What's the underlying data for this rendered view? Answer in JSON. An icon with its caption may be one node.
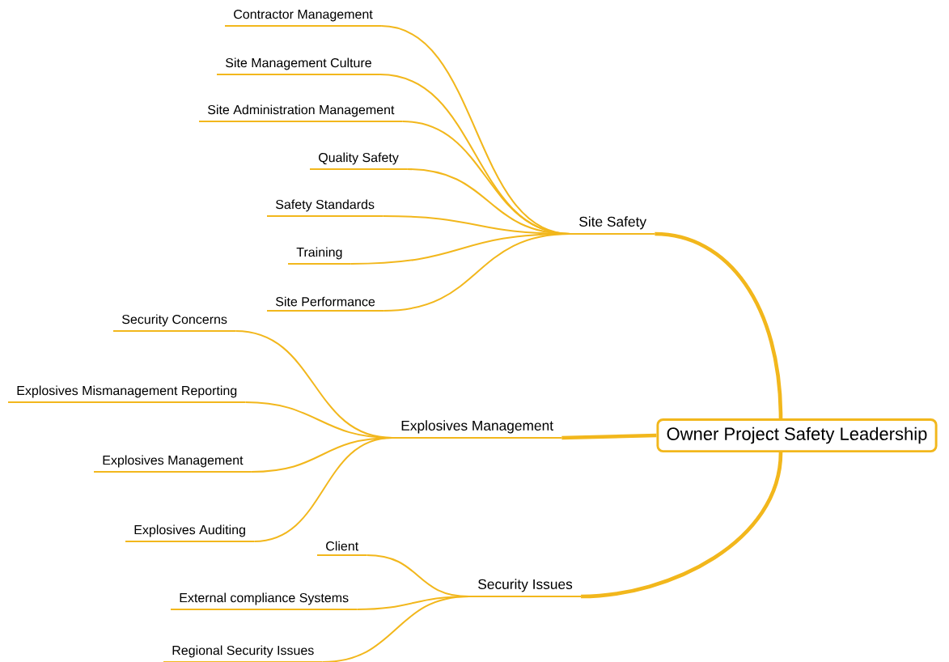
{
  "diagram": {
    "nodes": [
      {
        "text": [
          "Owner Project Safety Leadership"
        ]
      },
      {
        "text": [
          "Site Safety"
        ]
      },
      {
        "text": [
          "Contractor Management"
        ]
      },
      {
        "text": [
          "Site Management Culture"
        ]
      },
      {
        "text": [
          "Site Administration Management"
        ]
      },
      {
        "text": [
          "Quality Safety"
        ]
      },
      {
        "text": [
          "Safety Standards"
        ]
      },
      {
        "text": [
          "Training"
        ]
      },
      {
        "text": [
          "Site Performance"
        ]
      },
      {
        "text": [
          "Explosives Management"
        ]
      },
      {
        "text": [
          "Security Concerns"
        ]
      },
      {
        "text": [
          "Explosives Mismanagement Reporting"
        ]
      },
      {
        "text": [
          "Explosives Management"
        ]
      },
      {
        "text": [
          "Explosives Auditing"
        ]
      },
      {
        "text": [
          "Security Issues"
        ]
      },
      {
        "text": [
          "Client"
        ]
      },
      {
        "text": [
          "External compliance Systems"
        ]
      },
      {
        "text": [
          "Regional Security Issues"
        ]
      }
    ],
    "edges": [
      {
        "from": 0,
        "to": 1,
        "arrow": "none",
        "style": "thick"
      },
      {
        "from": 0,
        "to": 9,
        "arrow": "none",
        "style": "thick"
      },
      {
        "from": 0,
        "to": 14,
        "arrow": "none",
        "style": "thick"
      },
      {
        "from": 1,
        "to": 2,
        "arrow": "none"
      },
      {
        "from": 1,
        "to": 3,
        "arrow": "none"
      },
      {
        "from": 1,
        "to": 4,
        "arrow": "none"
      },
      {
        "from": 1,
        "to": 5,
        "arrow": "none"
      },
      {
        "from": 1,
        "to": 6,
        "arrow": "none"
      },
      {
        "from": 1,
        "to": 7,
        "arrow": "none"
      },
      {
        "from": 1,
        "to": 8,
        "arrow": "none"
      },
      {
        "from": 9,
        "to": 10,
        "arrow": "none"
      },
      {
        "from": 9,
        "to": 11,
        "arrow": "none"
      },
      {
        "from": 9,
        "to": 12,
        "arrow": "none"
      },
      {
        "from": 9,
        "to": 13,
        "arrow": "none"
      },
      {
        "from": 14,
        "to": 15,
        "arrow": "none"
      },
      {
        "from": 14,
        "to": 16,
        "arrow": "none"
      },
      {
        "from": 14,
        "to": 17,
        "arrow": "none"
      }
    ]
  }
}
